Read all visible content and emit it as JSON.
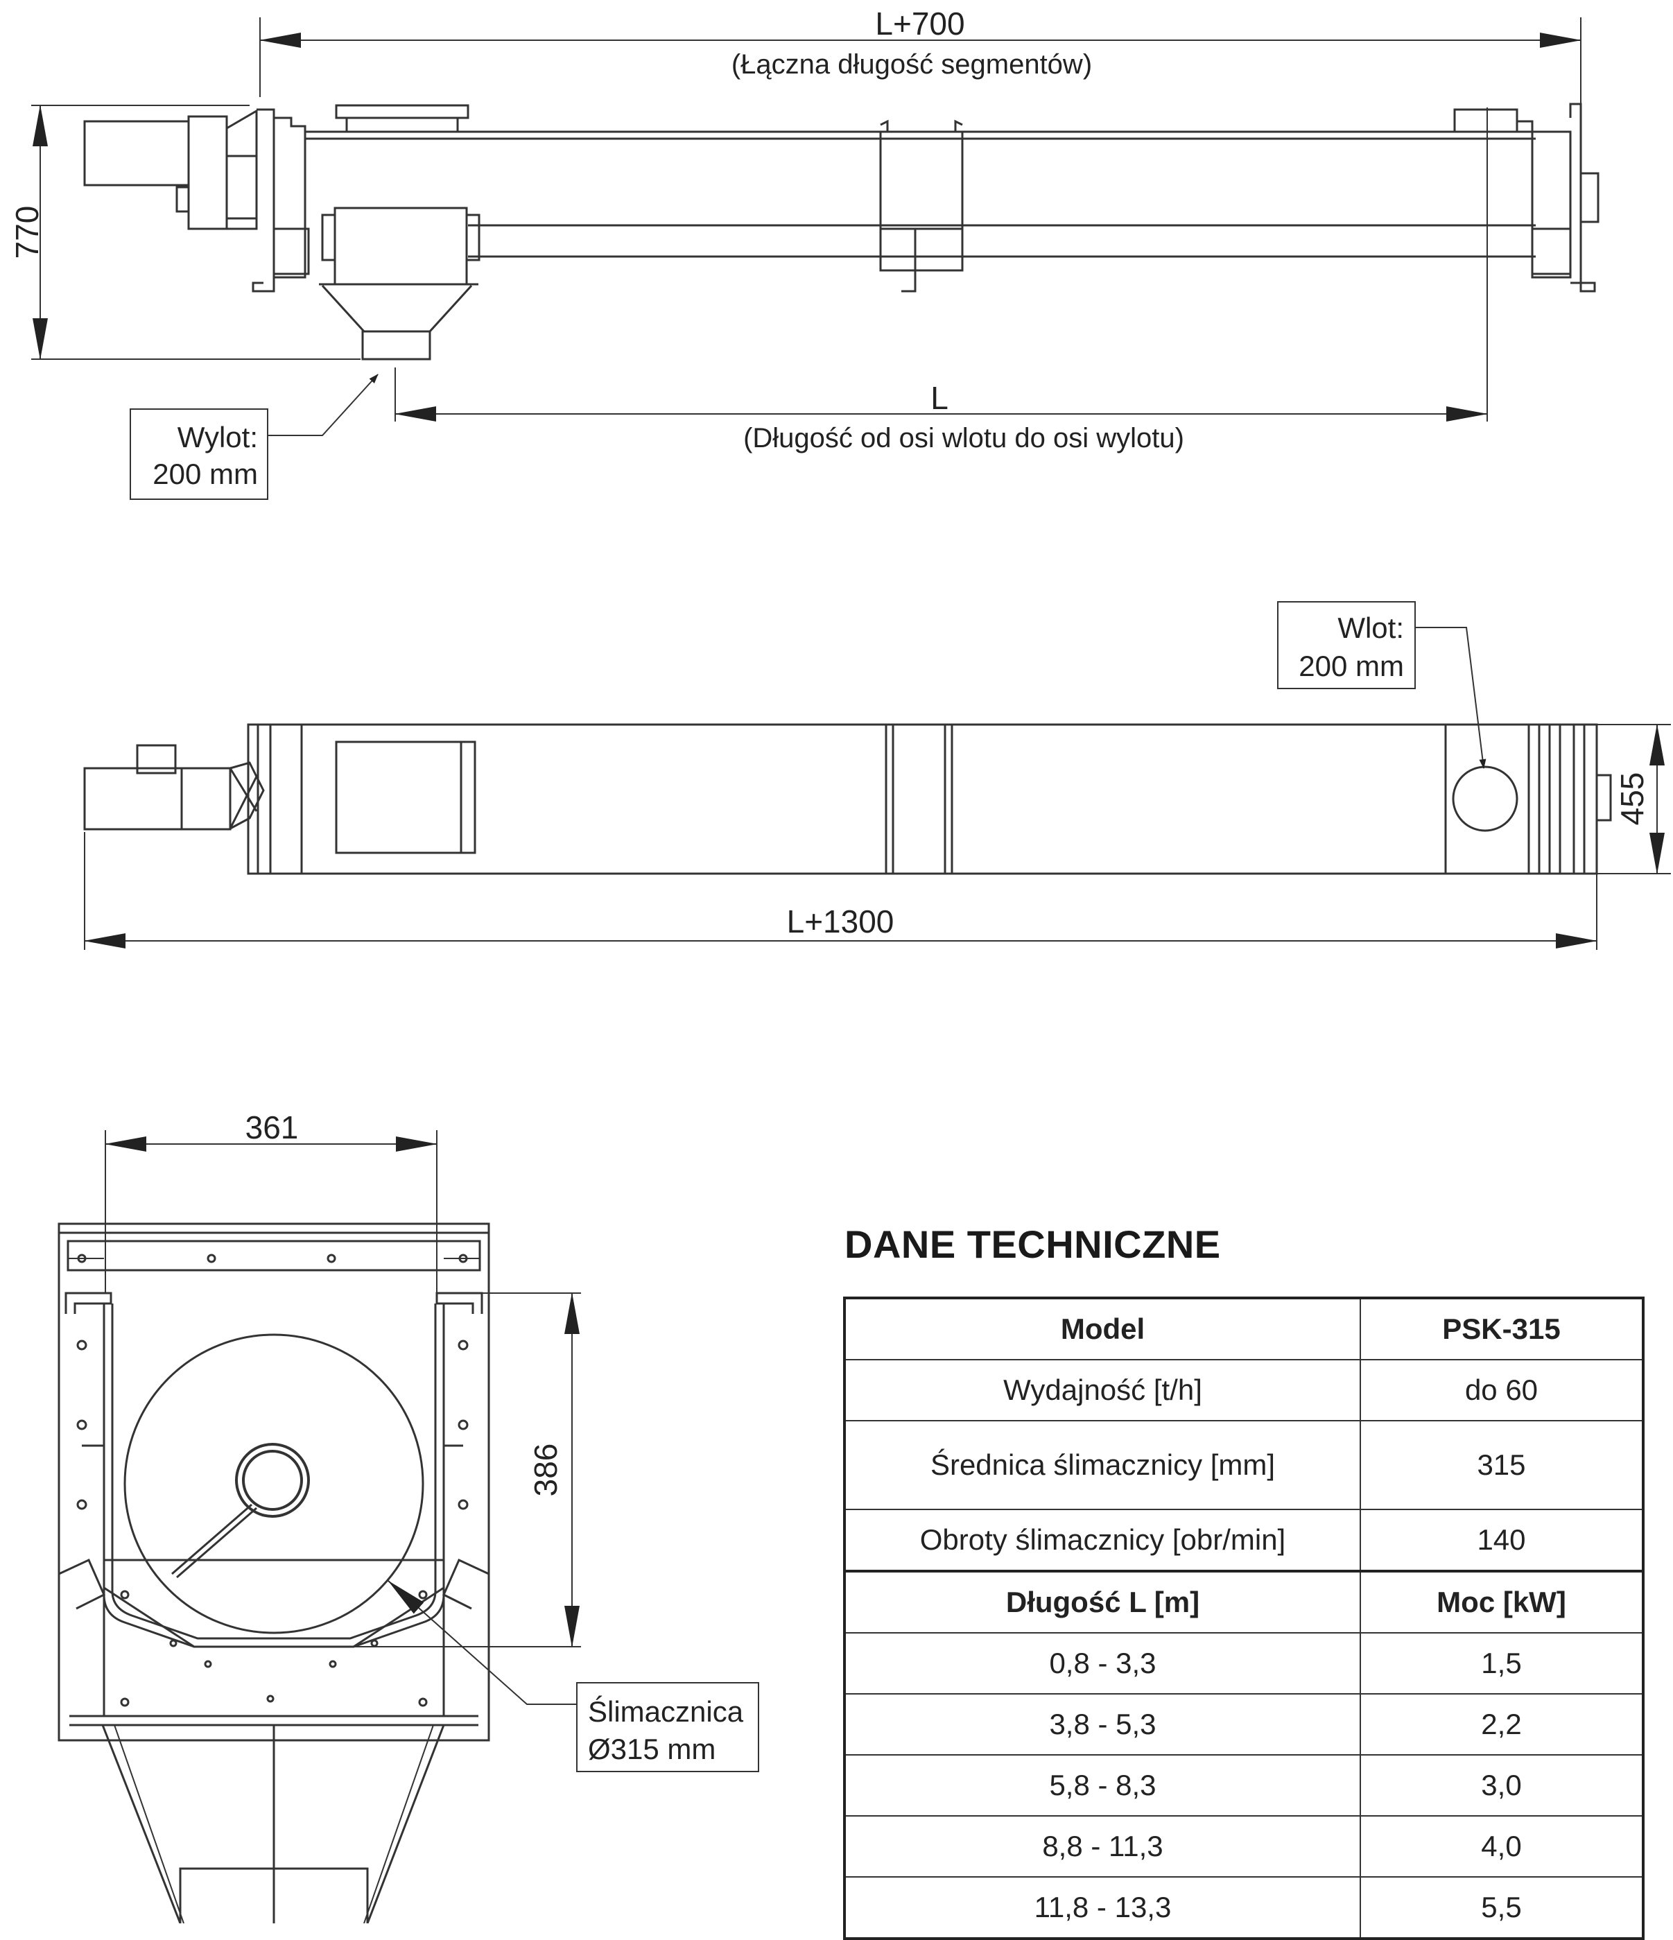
{
  "top_view": {
    "dim_total_length": "L+700",
    "dim_total_length_note": "(Łączna długość segmentów)",
    "dim_height": "770",
    "dim_inlet_outlet": "L",
    "dim_inlet_outlet_note": "(Długość od osi wlotu do osi wylotu)",
    "outlet_callout": [
      "Wylot:",
      "200 mm"
    ]
  },
  "plan_view": {
    "inlet_callout": [
      "Wlot:",
      "200 mm"
    ],
    "dim_width": "455",
    "dim_overall_length": "L+1300"
  },
  "section_view": {
    "dim_width": "361",
    "dim_height": "386",
    "screw_callout": [
      "Ślimacznica",
      "Ø315 mm"
    ]
  },
  "tech_data": {
    "title": "DANE TECHNICZNE",
    "header": [
      "Model",
      "PSK-315"
    ],
    "rows": [
      [
        "Wydajność [t/h]",
        "do 60"
      ],
      [
        "Średnica ślimacznicy [mm]",
        "315"
      ],
      [
        "Obroty ślimacznicy [obr/min]",
        "140"
      ]
    ],
    "header2": [
      "Długość L [m]",
      "Moc [kW]"
    ],
    "power_rows": [
      [
        "0,8 - 3,3",
        "1,5"
      ],
      [
        "3,8 - 5,3",
        "2,2"
      ],
      [
        "5,8 - 8,3",
        "3,0"
      ],
      [
        "8,8 - 11,3",
        "4,0"
      ],
      [
        "11,8 - 13,3",
        "5,5"
      ]
    ]
  }
}
